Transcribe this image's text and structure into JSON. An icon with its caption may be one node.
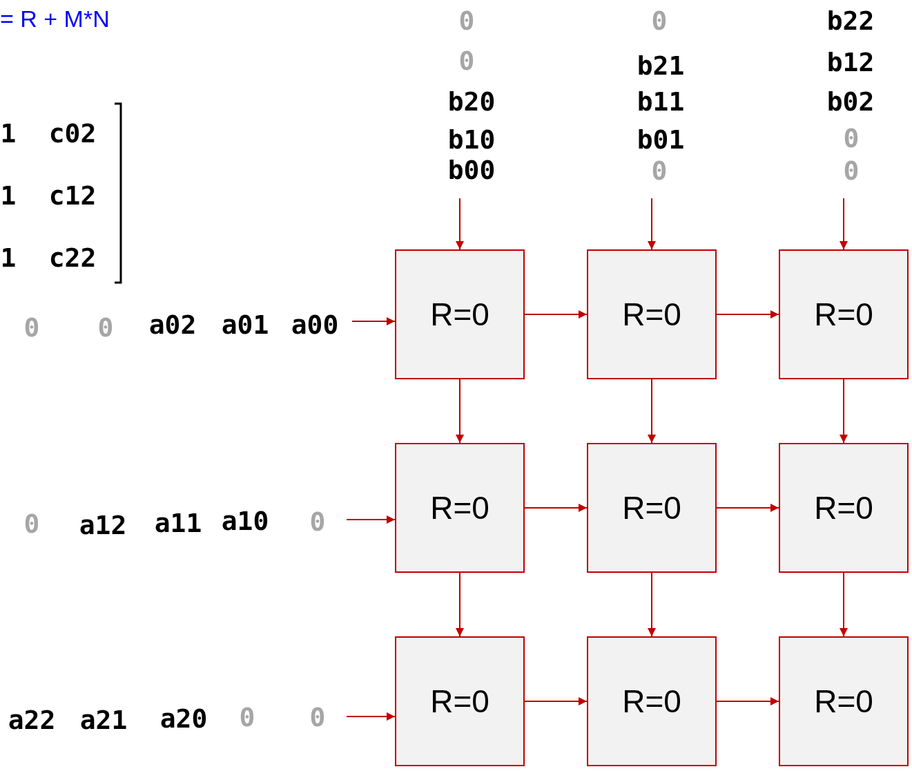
{
  "diagram": {
    "nodes": [
      {
        "text": [
          "R=0"
        ]
      },
      {
        "text": [
          "R=0"
        ]
      },
      {
        "text": [
          "R=0"
        ]
      },
      {
        "text": [
          "R=0"
        ]
      },
      {
        "text": [
          "R=0"
        ]
      },
      {
        "text": [
          "R=0"
        ]
      },
      {
        "text": [
          "R=0"
        ]
      },
      {
        "text": [
          "R=0"
        ]
      },
      {
        "text": [
          "R=0"
        ]
      }
    ],
    "edges": [
      {
        "from": null,
        "to": 0,
        "arrow": "to"
      },
      {
        "from": null,
        "to": 1,
        "arrow": "to"
      },
      {
        "from": null,
        "to": 2,
        "arrow": "to"
      },
      {
        "from": null,
        "to": 0,
        "arrow": "to"
      },
      {
        "from": 0,
        "to": 1,
        "arrow": "to"
      },
      {
        "from": 1,
        "to": 2,
        "arrow": "to"
      },
      {
        "from": 0,
        "to": 3,
        "arrow": "to"
      },
      {
        "from": 1,
        "to": 4,
        "arrow": "to"
      },
      {
        "from": 2,
        "to": 5,
        "arrow": "to"
      },
      {
        "from": null,
        "to": 3,
        "arrow": "to"
      },
      {
        "from": 3,
        "to": 4,
        "arrow": "to"
      },
      {
        "from": 4,
        "to": 5,
        "arrow": "to"
      },
      {
        "from": 3,
        "to": 6,
        "arrow": "to"
      },
      {
        "from": 4,
        "to": 7,
        "arrow": "to"
      },
      {
        "from": 5,
        "to": 8,
        "arrow": "to"
      },
      {
        "from": null,
        "to": 6,
        "arrow": "to"
      },
      {
        "from": 6,
        "to": 7,
        "arrow": "to"
      },
      {
        "from": 7,
        "to": 8,
        "arrow": "to"
      }
    ],
    "labels": [
      "= R + M*N",
      "1",
      "c02",
      "1",
      "c12",
      "1",
      "c22",
      "0",
      "0",
      "b20",
      "b10",
      "b00",
      "0",
      "b21",
      "b11",
      "b01",
      "0",
      "b22",
      "b12",
      "b02",
      "0",
      "0",
      "0",
      "0",
      "a02",
      "a01",
      "a00",
      "0",
      "a12",
      "a11",
      "a10",
      "0",
      "a22",
      "a21",
      "a20",
      "0",
      "0"
    ]
  }
}
